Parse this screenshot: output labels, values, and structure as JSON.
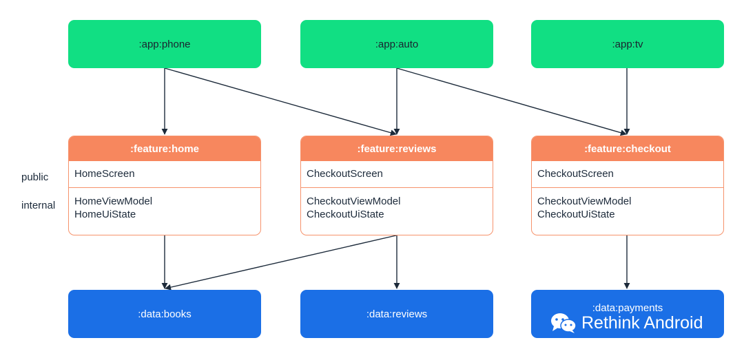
{
  "apps": [
    {
      "label": ":app:phone"
    },
    {
      "label": ":app:auto"
    },
    {
      "label": ":app:tv"
    }
  ],
  "features": [
    {
      "title": ":feature:home",
      "public": "HomeScreen",
      "internal": [
        "HomeViewModel",
        "HomeUiState"
      ]
    },
    {
      "title": ":feature:reviews",
      "public": "CheckoutScreen",
      "internal": [
        "CheckoutViewModel",
        "CheckoutUiState"
      ]
    },
    {
      "title": ":feature:checkout",
      "public": "CheckoutScreen",
      "internal": [
        "CheckoutViewModel",
        "CheckoutUiState"
      ]
    }
  ],
  "data_modules": [
    {
      "label": ":data:books"
    },
    {
      "label": ":data:reviews"
    },
    {
      "label": ":data:payments"
    }
  ],
  "side_labels": {
    "public": "public",
    "internal": "internal"
  },
  "edges": [
    {
      "from": ":app:phone",
      "to": ":feature:home"
    },
    {
      "from": ":app:phone",
      "to": ":feature:reviews"
    },
    {
      "from": ":app:auto",
      "to": ":feature:reviews"
    },
    {
      "from": ":app:auto",
      "to": ":feature:checkout"
    },
    {
      "from": ":app:tv",
      "to": ":feature:checkout"
    },
    {
      "from": ":feature:home",
      "to": ":data:books"
    },
    {
      "from": ":feature:reviews",
      "to": ":data:books"
    },
    {
      "from": ":feature:reviews",
      "to": ":data:reviews"
    },
    {
      "from": ":feature:checkout",
      "to": ":data:payments"
    }
  ],
  "watermark": {
    "text": "Rethink Android",
    "icon": "wechat-icon"
  },
  "colors": {
    "app": "#11df83",
    "feature_header": "#f7875e",
    "feature_border": "#f6926b",
    "data": "#1b6fe6",
    "arrow": "#1c2a3a"
  }
}
